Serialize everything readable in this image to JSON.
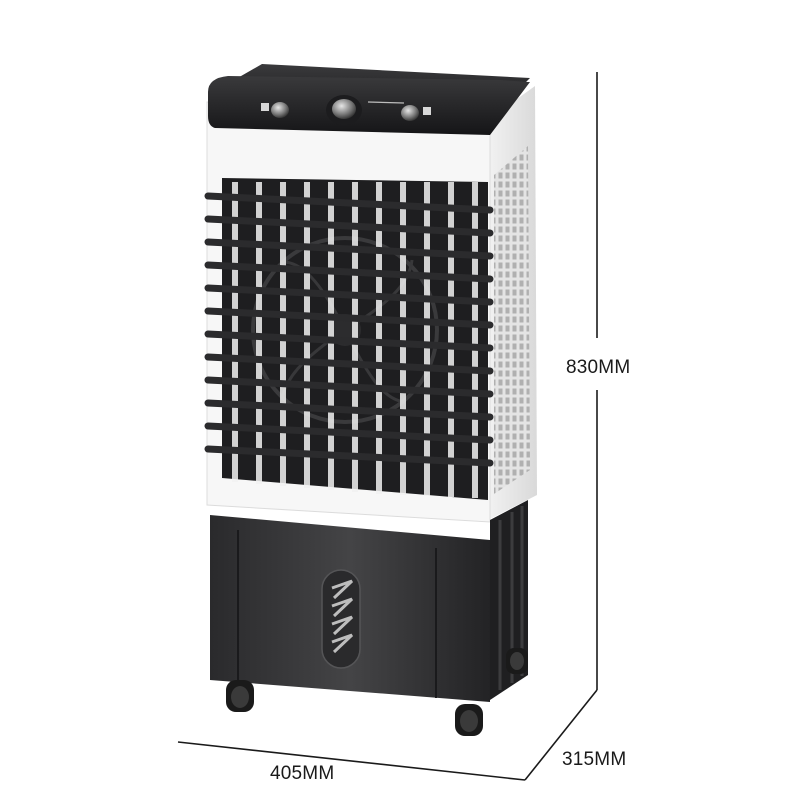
{
  "dimensions": {
    "height_label": "830MM",
    "width_label": "405MM",
    "depth_label": "315MM"
  }
}
